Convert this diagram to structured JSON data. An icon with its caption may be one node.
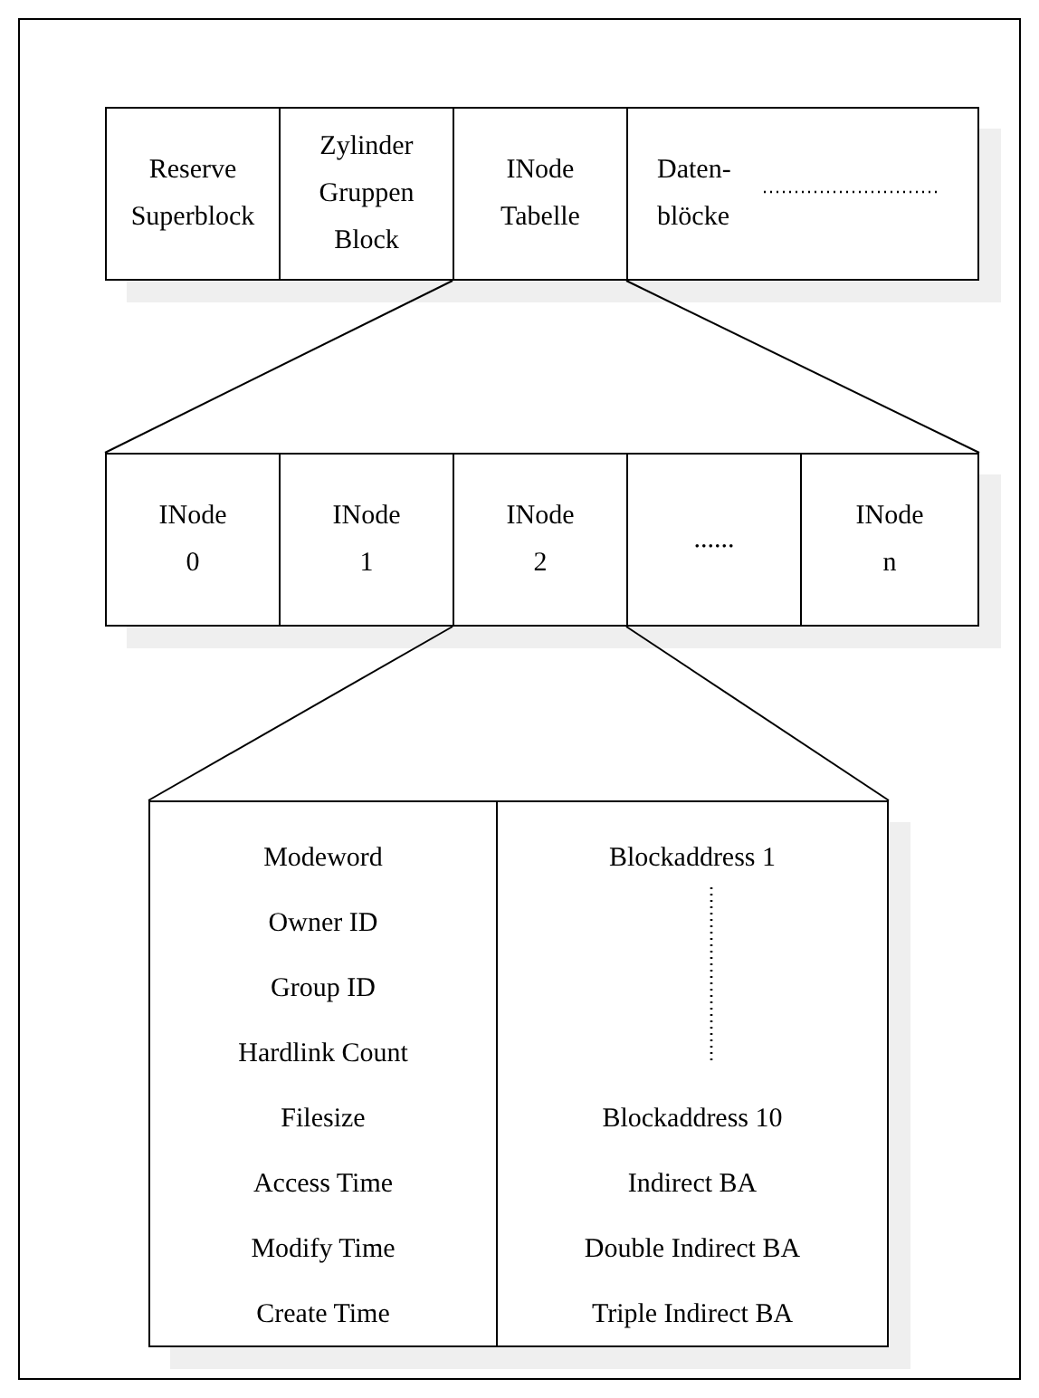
{
  "diagram": {
    "nodes": [
      {
        "text": [],
        "shape": "box"
      },
      {
        "text": [
          "Reserve Superblock"
        ],
        "in": 0
      },
      {
        "text": [
          "Zylinder Gruppen Block"
        ],
        "in": 0
      },
      {
        "text": [
          "INode Tabelle"
        ],
        "in": 0
      },
      {
        "text": [
          "Daten- blöcke"
        ],
        "in": 0
      },
      {
        "text": [],
        "shape": "box"
      },
      {
        "text": [
          "INode 0"
        ],
        "in": 5
      },
      {
        "text": [
          "INode 1"
        ],
        "in": 5
      },
      {
        "text": [
          "INode 2"
        ],
        "in": 5
      },
      {
        "text": [
          "......"
        ],
        "in": 5
      },
      {
        "text": [
          "INode n"
        ],
        "in": 5
      },
      {
        "text": [],
        "shape": "box"
      },
      {
        "text": [
          "Modeword",
          "Owner ID",
          "Group ID",
          "Hardlink Count",
          "Filesize",
          "Access Time",
          "Modify Time",
          "Create Time"
        ],
        "in": 11
      },
      {
        "text": [
          "Blockaddress 1",
          "Blockaddress 10",
          "Indirect BA",
          "Double Indirect BA",
          "Triple Indirect BA"
        ],
        "in": 11
      }
    ],
    "edges": [
      {
        "from": 3,
        "to": 5,
        "arrow": "none"
      },
      {
        "from": 3,
        "to": 5,
        "arrow": "none"
      },
      {
        "from": 8,
        "to": 11,
        "arrow": "none"
      },
      {
        "from": 8,
        "to": 11,
        "arrow": "none"
      }
    ]
  }
}
